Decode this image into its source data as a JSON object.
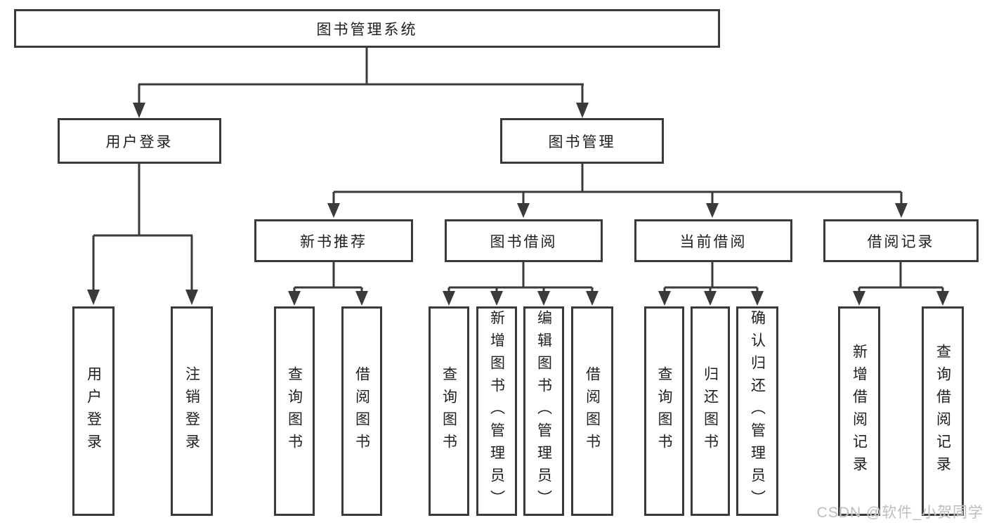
{
  "diagram": {
    "type": "hierarchy-tree",
    "root": {
      "label": "图书管理系统",
      "children": [
        {
          "label": "用户登录",
          "children": [
            {
              "label": "用户登录"
            },
            {
              "label": "注销登录"
            }
          ]
        },
        {
          "label": "图书管理",
          "children": [
            {
              "label": "新书推荐",
              "children": [
                {
                  "label": "查询图书"
                },
                {
                  "label": "借阅图书"
                }
              ]
            },
            {
              "label": "图书借阅",
              "children": [
                {
                  "label": "查询图书"
                },
                {
                  "label": "新增图书（管理员）"
                },
                {
                  "label": "编辑图书（管理员）"
                },
                {
                  "label": "借阅图书"
                }
              ]
            },
            {
              "label": "当前借阅",
              "children": [
                {
                  "label": "查询图书"
                },
                {
                  "label": "归还图书"
                },
                {
                  "label": "确认归还（管理员）"
                }
              ]
            },
            {
              "label": "借阅记录",
              "children": [
                {
                  "label": "新增借阅记录"
                },
                {
                  "label": "查询借阅记录"
                }
              ]
            }
          ]
        }
      ]
    },
    "colors": {
      "line": "#3a3a3a",
      "text": "#1f1f1f",
      "background": "#ffffff",
      "watermark": "#bdbdbd"
    }
  },
  "watermark": {
    "text": "CSDN @软件_小贺同学"
  }
}
